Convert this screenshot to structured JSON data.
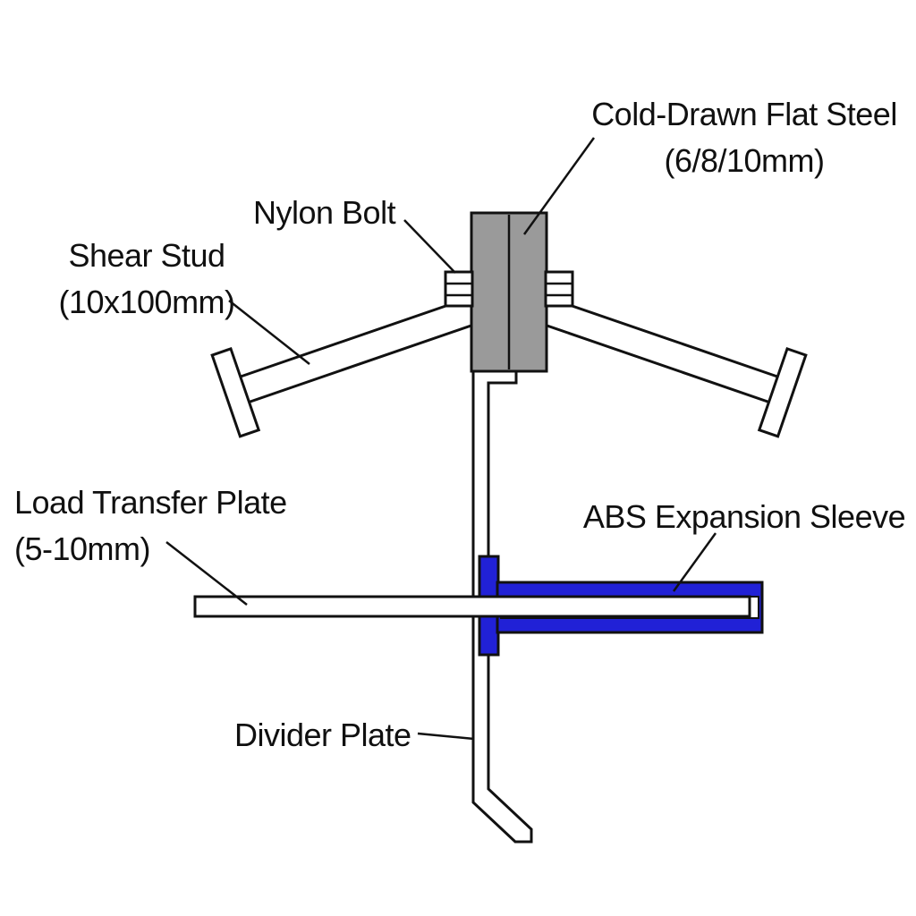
{
  "diagram": {
    "colors": {
      "background": "#ffffff",
      "outline": "#111111",
      "steel_gray": "#9a9a9a",
      "sleeve_blue": "#2121d6",
      "white": "#ffffff"
    },
    "labels": {
      "cold_drawn_flat_steel": {
        "line1": "Cold-Drawn Flat Steel",
        "line2": "(6/8/10mm)"
      },
      "nylon_bolt": {
        "line1": "Nylon Bolt"
      },
      "shear_stud": {
        "line1": "Shear Stud",
        "line2": "(10x100mm)"
      },
      "load_transfer_plate": {
        "line1": "Load Transfer Plate",
        "line2": "(5-10mm)"
      },
      "abs_expansion_sleeve": {
        "line1": "ABS Expansion Sleeve"
      },
      "divider_plate": {
        "line1": "Divider Plate"
      }
    }
  }
}
